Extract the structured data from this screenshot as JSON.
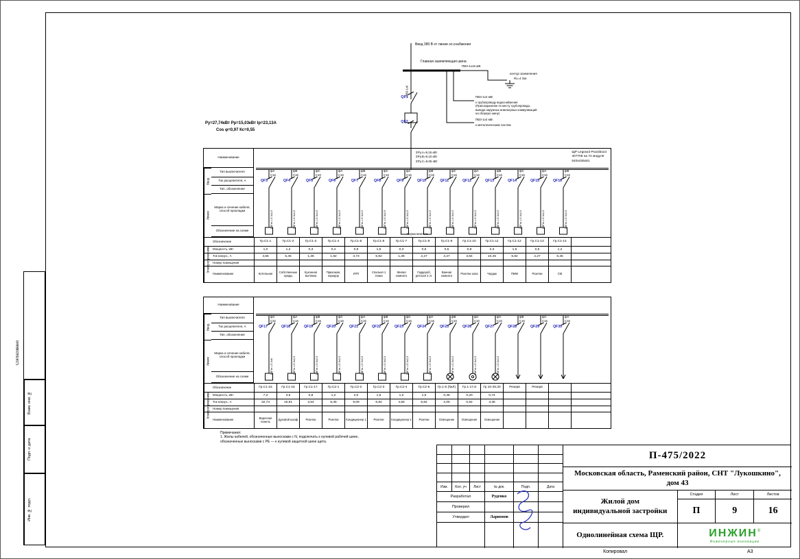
{
  "page": {
    "copied": "Копировал",
    "format": "А3"
  },
  "side": {
    "approved": "Согласовано",
    "strips": [
      "Взам. инв. №",
      "Подп. и дата",
      "Инв. № подл."
    ]
  },
  "feeder": {
    "incoming": "Ввод 380 В от линии эл.снабжения",
    "gzsh": "Главная заземляющая шина",
    "pe16": "ПВ3-1х16 мВ",
    "ground": [
      "контур заземления",
      "Rз=4 Ом"
    ],
    "pe4a": "ПВ3-1х4 мВ",
    "pipe_note": [
      "к трубопроводу водоснабжения",
      "(Присоединение по месту трубопровода,",
      "вывода наружных инженерных коммуникаций",
      "на сборную шину)"
    ],
    "pe4b": "ПВ3-1х4 мВ",
    "metal_note": "к металлическим частям",
    "qf1": "QF1",
    "qf2": "QF2",
    "riser_cable": "ПВ3-1х6",
    "params1": "Ру=27,74кВт    Рр=15,03кВт    Iр=23,13А",
    "params2": "Cos φ=0,97    Кс=0,55"
  },
  "stub": {
    "name_row": "Наименование",
    "vvod": "Ввод",
    "vvod_rows": [
      "Тип выключателя",
      "Ток расцепителя, А",
      "Тип, обозначение"
    ],
    "line": "Линия",
    "line_rows": [
      "Марка и сечение кабеля, способ прокладки",
      "Обозначение на схеме"
    ],
    "consumers": "Электроприемники",
    "table_rows": [
      "Обозначение",
      "Мощность, кВт",
      "Ток нагруз., А",
      "Номер помещения",
      "Наименование"
    ]
  },
  "panel1": {
    "sums": [
      "ΣРу.А=9,15 кВт",
      "ΣРу.В=9,10 кВт",
      "ΣРу.С=9,05 кВт"
    ],
    "board": [
      "ЩР   Legrand Practibox3",
      "407708 на 72 модуля",
      "540х436х81"
    ],
    "switch_note": "Переключатель",
    "columns": [
      {
        "phase": "фА",
        "rating": "С16",
        "qf": "QF3",
        "cable": "ВВГнг-LS 3х2,5",
        "symbol": "box",
        "circuit": "Гр.С1-1",
        "power": "1,0",
        "current": "4,55",
        "room": "",
        "load": "Котельная"
      },
      {
        "phase": "фВ",
        "rating": "С16",
        "qf": "QF4",
        "cable": "ВВГнг-LS 3х1,5",
        "symbol": "box",
        "circuit": "Гр.С1-2",
        "power": "1,2",
        "current": "5,45",
        "room": "",
        "load": "Собственные нужды"
      },
      {
        "phase": "фС",
        "rating": "С10",
        "qf": "QF5",
        "cable": "ВВГнг-LS 3х1,5",
        "symbol": "box",
        "circuit": "Гр.С1-3",
        "power": "0,3",
        "current": "1,36",
        "room": "",
        "load": "Кухонная вытяжка"
      },
      {
        "phase": "фА",
        "rating": "С16",
        "qf": "QF6",
        "cable": "ВВГнг-LS 3х2,5",
        "symbol": "box",
        "circuit": "Гр.С1-4",
        "power": "0,4",
        "current": "1,82",
        "room": "",
        "load": "Прихожая, коридор"
      },
      {
        "phase": "фВ",
        "rating": "С16",
        "qf": "QF7",
        "cable": "ВВГнг-LS 3х2,5",
        "symbol": "box",
        "circuit": "Гр.С1-5",
        "power": "0,8",
        "current": "3,73",
        "room": "",
        "load": "ИТП"
      },
      {
        "phase": "фС",
        "rating": "С16",
        "qf": "QF8",
        "cable": "ВВГнг-LS 3х2,5",
        "symbol": "box",
        "circuit": "Гр.С1-6",
        "power": "1,5",
        "current": "6,82",
        "room": "",
        "load": "Спальня 1 этажа"
      },
      {
        "phase": "фА",
        "rating": "С16",
        "qf": "QF9",
        "cable": "ВВГнг-LS 3х2,5",
        "symbol": "box",
        "circuit": "Гр.С1-7",
        "power": "0,3",
        "current": "1,36",
        "room": "",
        "load": "Жилая комната"
      },
      {
        "phase": "фВ",
        "rating": "С16",
        "qf": "QF10",
        "cable": "ВВГнг-LS 3х2,5",
        "symbol": "box",
        "circuit": "Гр.С1-8",
        "power": "0,5",
        "current": "2,27",
        "room": "",
        "load": "Гардероб, детская 2 эт."
      },
      {
        "phase": "фС",
        "rating": "С16",
        "qf": "QF11",
        "cable": "ВВГнг-LS 3х2,5",
        "symbol": "box",
        "circuit": "Гр.С1-9",
        "power": "0,5",
        "current": "2,27",
        "room": "",
        "load": "Ванная комната"
      },
      {
        "phase": "фА",
        "rating": "С16",
        "qf": "QF12",
        "cable": "ВВГнг-LS 3х2,5",
        "symbol": "box",
        "circuit": "Гр.С1-10",
        "power": "0,8",
        "current": "3,64",
        "room": "",
        "load": "Розетки зала"
      },
      {
        "phase": "фВ",
        "rating": "С16",
        "qf": "QF13",
        "cable": "ВВГнг-LS 3х2,5",
        "symbol": "box",
        "circuit": "Гр.С1-11",
        "power": "2,3",
        "current": "10,45",
        "room": "",
        "load": "Чердак"
      },
      {
        "phase": "фС",
        "rating": "С16",
        "qf": "QF14",
        "cable": "ВВГнг-LS 3х2,5",
        "symbol": "box",
        "circuit": "Гр.С1-12",
        "power": "1,5",
        "current": "6,82",
        "room": "",
        "load": "ПММ"
      },
      {
        "phase": "фА",
        "rating": "С16",
        "qf": "QF15",
        "cable": "ВВГнг-LS 3х2,5",
        "symbol": "box",
        "circuit": "Гр.С1-13",
        "power": "0,5",
        "current": "2,27",
        "room": "",
        "load": "Розетки"
      },
      {
        "phase": "фВ",
        "rating": "С16",
        "qf": "QF16",
        "cable": "ВВГнг-LS 3х2,5",
        "symbol": "box",
        "circuit": "Гр.С1-14",
        "power": "1,2",
        "current": "5,45",
        "room": "",
        "load": "СМ"
      }
    ]
  },
  "panel2": {
    "columns": [
      {
        "phase": "фС",
        "rating": "С32",
        "qf": "QF17",
        "cable": "ВВГнг-LS 3х6",
        "symbol": "box",
        "circuit": "Гр.С1-15",
        "power": "7,2",
        "current": "32,73",
        "room": "",
        "load": "Варочная панель"
      },
      {
        "phase": "фА",
        "rating": "С16",
        "qf": "QF18",
        "cable": "ВВГнг-LS 3х2,5",
        "symbol": "box",
        "circuit": "Гр.С1-16",
        "power": "3,5",
        "current": "15,91",
        "room": "",
        "load": "Духовой шкаф"
      },
      {
        "phase": "фВ",
        "rating": "С16",
        "qf": "QF19",
        "cable": "ВВГнг-LS 3х2,5",
        "symbol": "box",
        "circuit": "Гр.С1-17",
        "power": "0,8",
        "current": "3,64",
        "room": "",
        "load": "Розетки"
      },
      {
        "phase": "фС",
        "rating": "С16",
        "qf": "QF20",
        "cable": "ВВГнг-LS 3х2,5",
        "symbol": "box",
        "circuit": "Гр.С2-1",
        "power": "1,2",
        "current": "5,45",
        "room": "",
        "load": "Розетки"
      },
      {
        "phase": "фА",
        "rating": "С16",
        "qf": "QF21",
        "cable": "ВВГнг-LS 3х2,5",
        "symbol": "box",
        "circuit": "Гр.С2-2",
        "power": "2,0",
        "current": "9,09",
        "room": "",
        "load": "Кондиционер 1"
      },
      {
        "phase": "фВ",
        "rating": "С16",
        "qf": "QF22",
        "cable": "ВВГнг-LS 3х2,5",
        "symbol": "box",
        "circuit": "Гр.С2-3",
        "power": "1,5",
        "current": "6,82",
        "room": "",
        "load": "Розетки"
      },
      {
        "phase": "фС",
        "rating": "С16",
        "qf": "QF23",
        "cable": "ВВГнг-LS 3х2,5",
        "symbol": "box",
        "circuit": "Гр.С2-4",
        "power": "1,0",
        "current": "4,55",
        "room": "",
        "load": "Кондиционер 2"
      },
      {
        "phase": "фА",
        "rating": "С16",
        "qf": "QF24",
        "cable": "ВВГнг-LS 3х2,5",
        "symbol": "box",
        "circuit": "Гр.С2-5",
        "power": "1,5",
        "current": "6,82",
        "room": "",
        "load": "Розетки"
      },
      {
        "phase": "фВ",
        "rating": "С10",
        "qf": "QF25",
        "cable": "ВВГнг-LS 3х1,5",
        "symbol": "lamp",
        "circuit": "Гр.1-5 (№Л)",
        "power": "0,45",
        "current": "2,05",
        "room": "",
        "load": "Освещение"
      },
      {
        "phase": "фС",
        "rating": "С10",
        "qf": "QF26",
        "cable": "ВВГнг-LS 3х1,5",
        "symbol": "lampdot",
        "circuit": "Гр.1-17,8",
        "power": "0,20",
        "current": "0,92",
        "room": "",
        "load": "Освещение"
      },
      {
        "phase": "фА",
        "rating": "С10",
        "qf": "QF27",
        "cable": "ВВГнг-LS 3х1,5",
        "symbol": "lamp",
        "circuit": "Гр.10-29,30",
        "power": "0,74",
        "current": "3,36",
        "room": "",
        "load": "Освещение"
      },
      {
        "phase": "фВ",
        "rating": "С16",
        "qf": "QF28",
        "cable": "",
        "symbol": "none",
        "circuit": "Резерв",
        "power": "",
        "current": "",
        "room": "",
        "load": ""
      },
      {
        "phase": "фС",
        "rating": "С16",
        "qf": "QF29",
        "cable": "",
        "symbol": "none",
        "circuit": "Резерв",
        "power": "",
        "current": "",
        "room": "",
        "load": ""
      },
      {
        "phase": "фА",
        "rating": "С16",
        "qf": "QF30",
        "cable": "",
        "symbol": "none",
        "circuit": "",
        "power": "",
        "current": "",
        "room": "",
        "load": ""
      }
    ]
  },
  "notes": [
    "Примечания:",
    "1. Жилы кабелей, обозначенные выносками с N, подключать к нулевой рабочей шине,",
    "обозначенные выносками с РЕ — к нулевой защитной шине щита."
  ],
  "titleblock": {
    "code": "П-475/2022",
    "object": "Московская область, Раменский район, СНТ \"Лукошкино\", дом 43",
    "header_cols": [
      "Изм.",
      "Кол. уч",
      "Лист",
      "№ док.",
      "Подп.",
      "Дата"
    ],
    "sig_rows": [
      {
        "role": "Разработал",
        "name": "Руденко"
      },
      {
        "role": "Проверил",
        "name": ""
      },
      {
        "role": "Утвердил",
        "name": "Ларионов"
      }
    ],
    "title1": "Жилой дом индивидуальной застройки",
    "stage_label": "Стадия",
    "sheet_label": "Лист",
    "sheets_label": "Листов",
    "stage": "П",
    "sheet": "9",
    "sheets": "16",
    "title2": "Однолинейная схема ЩР.",
    "logo": "ИНЖИН",
    "logo_reg": "®",
    "logo_sub": "Инженерные инновации"
  },
  "colors": {
    "line": "#000000",
    "breaker_id_blue": "#1e22b5",
    "logo_green": "#2da02c",
    "signature_blue": "#2a35c0"
  }
}
